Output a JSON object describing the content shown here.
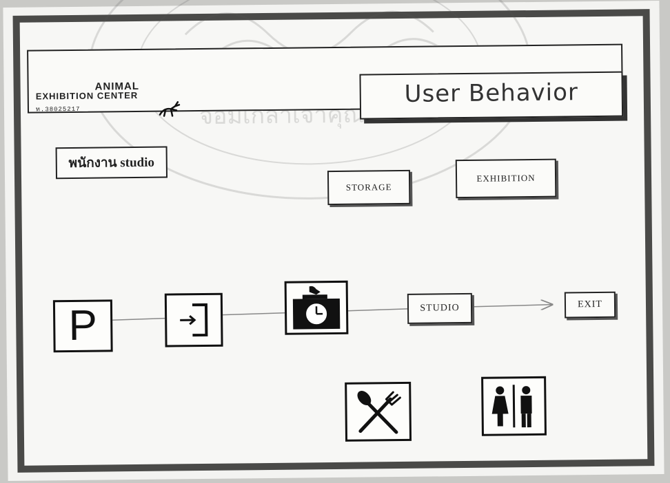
{
  "logo": {
    "line1": "ANIMAL",
    "line2": "EXHIBITION CENTER",
    "line3": "ท.38025217"
  },
  "title": "User Behavior",
  "labels": {
    "staff": "พนักงาน studio",
    "storage": "STORAGE",
    "exhibition": "EXHIBITION",
    "studio": "STUDIO",
    "exit": "EXIT",
    "parking": "P"
  },
  "watermark_text": "จอมเกล้าเจ้าคุณทหาร",
  "icons": [
    "parking-icon",
    "entrance-icon",
    "time-clock-icon",
    "restaurant-icon",
    "restroom-icon"
  ]
}
